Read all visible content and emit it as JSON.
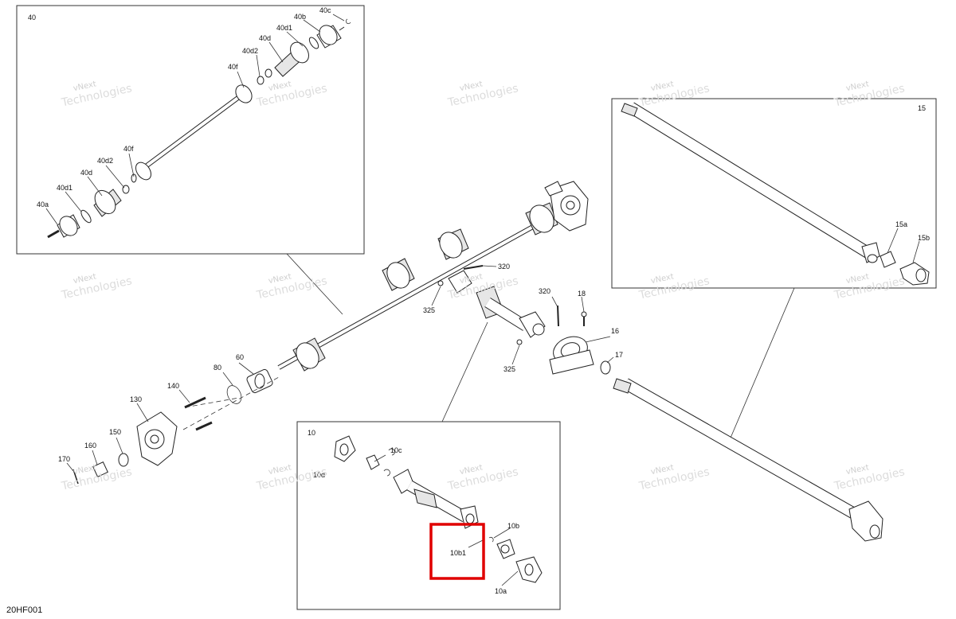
{
  "diagram": {
    "code": "20HF001",
    "watermark": {
      "line1": "vNext",
      "line2": "Technologies"
    },
    "callouts": {
      "c40": "40",
      "c40a": "40a",
      "c40b": "40b",
      "c40c": "40c",
      "c40d_top": "40d",
      "c40d1_top": "40d1",
      "c40d2_top": "40d2",
      "c40f_top": "40f",
      "c40d_bot": "40d",
      "c40d1_bot": "40d1",
      "c40d2_bot": "40d2",
      "c40f_bot": "40f",
      "c15": "15",
      "c15a": "15a",
      "c15b": "15b",
      "c320a": "320",
      "c320b": "320",
      "c325a": "325",
      "c325b": "325",
      "c18": "18",
      "c16": "16",
      "c17": "17",
      "c60": "60",
      "c80": "80",
      "c140": "140",
      "c130": "130",
      "c150": "150",
      "c160": "160",
      "c170": "170",
      "c10": "10",
      "c10c": "10c",
      "c10d": "10d",
      "c10b": "10b",
      "c10b1": "10b1",
      "c10a": "10a"
    },
    "highlight_color": "#e00000"
  }
}
